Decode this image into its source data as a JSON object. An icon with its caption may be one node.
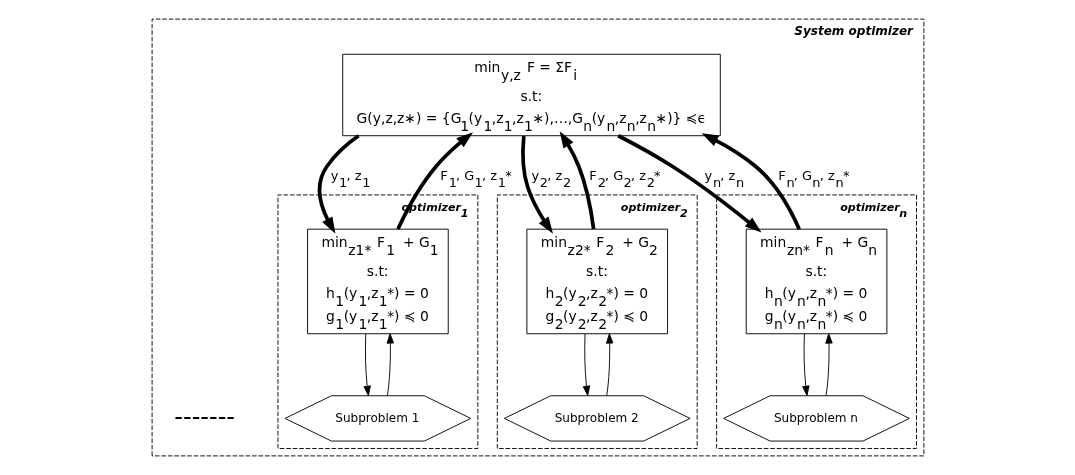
{
  "diagram": {
    "nodes": [
      {
        "text": [
          "System optimizer"
        ]
      },
      {
        "text": [
          "min$_{y,z}$ F = ΣF$_{i}$",
          "s.t:",
          "G(y,z,z∗) = {G$_{1}$(y$_{1}$,z$_{1}$,z$_{1}$∗),…,G$_{n}$(y$_{n}$,z$_{n}$,z$_{n}$∗)} ≼ϵ"
        ],
        "in": 0
      },
      {
        "text": [
          "optimizer$_{1}$"
        ],
        "in": 0
      },
      {
        "text": [
          "min$_{z1*}$ F$_{1}$ + G$_{1}$",
          "s.t:",
          "h$_{1}$(y$_{1}$,z$_{1}$*) = 0",
          "g$_{1}$(y$_{1}$,z$_{1}$*) ≼ 0"
        ],
        "in": 2
      },
      {
        "text": [
          "Subproblem 1"
        ],
        "in": 2
      },
      {
        "text": [
          "optimizer$_{2}$"
        ],
        "in": 0
      },
      {
        "text": [
          "min$_{z2*}$ F$_{2}$ + G$_{2}$",
          "s.t:",
          "h$_{2}$(y$_{2}$,z$_{2}$*) = 0",
          "g$_{2}$(y$_{2}$,z$_{2}$*) ≼ 0"
        ],
        "in": 5
      },
      {
        "text": [
          "Subproblem 2"
        ],
        "in": 5
      },
      {
        "text": [
          "optimizer$_{n}$"
        ],
        "in": 0
      },
      {
        "text": [
          "min$_{zn*}$ F$_{n}$ + G$_{n}$",
          "s.t:",
          "h$_{n}$(y$_{n}$,z$_{n}$*) = 0",
          "g$_{n}$(y$_{n}$,z$_{n}$*) ≼ 0"
        ],
        "in": 8
      },
      {
        "text": [
          "Subproblem n"
        ],
        "in": 8
      }
    ],
    "edges": [
      {
        "from": 1,
        "to": 3,
        "arrow": "to",
        "label": "y$_{1}$, z$_{1}$",
        "style": "thick"
      },
      {
        "from": 3,
        "to": 1,
        "arrow": "to",
        "label": "F$_{1}$, G$_{1}$, z$_{1}$*",
        "style": "thick"
      },
      {
        "from": 3,
        "to": 4,
        "arrow": "to"
      },
      {
        "from": 4,
        "to": 3,
        "arrow": "to"
      },
      {
        "from": 1,
        "to": 6,
        "arrow": "to",
        "label": "y$_{2}$, z$_{2}$",
        "style": "thick"
      },
      {
        "from": 6,
        "to": 1,
        "arrow": "to",
        "label": "F$_{2}$, G$_{2}$, z$_{2}$*",
        "style": "thick"
      },
      {
        "from": 6,
        "to": 7,
        "arrow": "to"
      },
      {
        "from": 7,
        "to": 6,
        "arrow": "to"
      },
      {
        "from": 1,
        "to": 9,
        "arrow": "to",
        "label": "y$_{n}$, z$_{n}$",
        "style": "thick"
      },
      {
        "from": 9,
        "to": 1,
        "arrow": "to",
        "label": "F$_{n}$, G$_{n}$, z$_{n}$*",
        "style": "thick"
      },
      {
        "from": 9,
        "to": 10,
        "arrow": "to"
      },
      {
        "from": 10,
        "to": 9,
        "arrow": "to"
      }
    ],
    "labels": [
      "-------"
    ]
  }
}
